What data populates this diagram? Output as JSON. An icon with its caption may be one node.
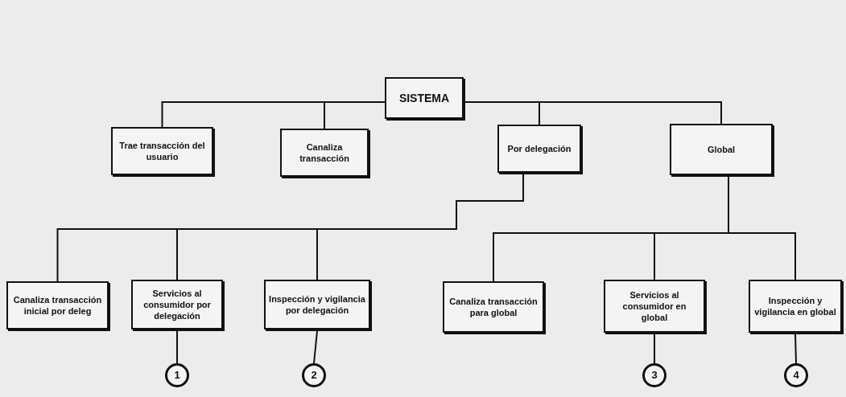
{
  "diagram": {
    "nodes": [
      {
        "text": [
          "SISTEMA"
        ]
      },
      {
        "text": [
          "Trae transacción del usuario"
        ]
      },
      {
        "text": [
          "Canaliza transacción"
        ]
      },
      {
        "text": [
          "Por delegación"
        ]
      },
      {
        "text": [
          "Global"
        ]
      },
      {
        "text": [
          "Canaliza transacción inicial por deleg"
        ]
      },
      {
        "text": [
          "Servicios al consumidor por delegación"
        ]
      },
      {
        "text": [
          "Inspección y vigilancia por delegación"
        ]
      },
      {
        "text": [
          "Canaliza transacción para global"
        ]
      },
      {
        "text": [
          "Servicios al consumidor en global"
        ]
      },
      {
        "text": [
          "Inspección y vigilancia en global"
        ]
      },
      {
        "text": [
          "1"
        ]
      },
      {
        "text": [
          "2"
        ]
      },
      {
        "text": [
          "3"
        ]
      },
      {
        "text": [
          "4"
        ]
      }
    ],
    "edges": [
      {
        "from": 0,
        "to": 1,
        "arrow": "none"
      },
      {
        "from": 0,
        "to": 2,
        "arrow": "none"
      },
      {
        "from": 0,
        "to": 3,
        "arrow": "none"
      },
      {
        "from": 0,
        "to": 4,
        "arrow": "none"
      },
      {
        "from": 3,
        "to": 5,
        "arrow": "none"
      },
      {
        "from": 3,
        "to": 6,
        "arrow": "none"
      },
      {
        "from": 3,
        "to": 7,
        "arrow": "none"
      },
      {
        "from": 4,
        "to": 8,
        "arrow": "none"
      },
      {
        "from": 4,
        "to": 9,
        "arrow": "none"
      },
      {
        "from": 4,
        "to": 10,
        "arrow": "none"
      },
      {
        "from": 6,
        "to": 11,
        "arrow": "none"
      },
      {
        "from": 7,
        "to": 12,
        "arrow": "none"
      },
      {
        "from": 9,
        "to": 13,
        "arrow": "none"
      },
      {
        "from": 10,
        "to": 14,
        "arrow": "none"
      }
    ]
  }
}
